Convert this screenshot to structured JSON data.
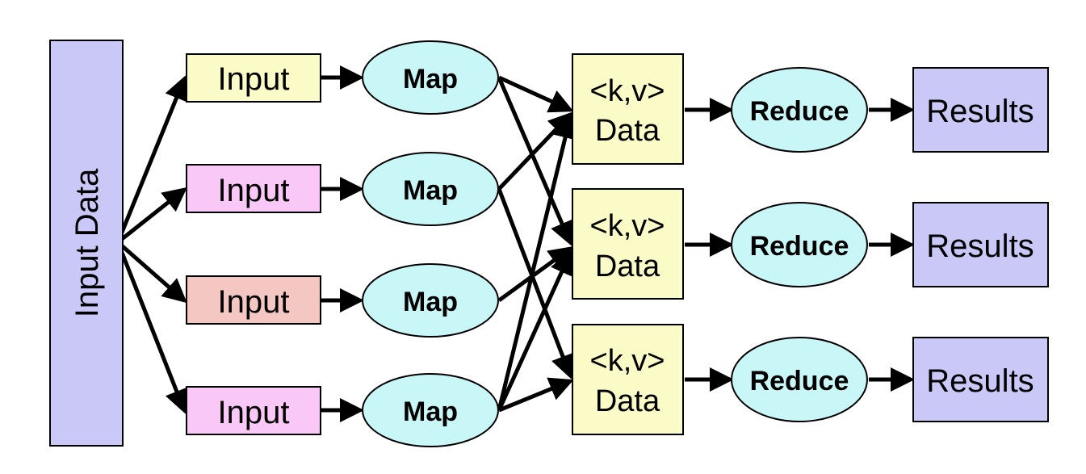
{
  "input_data": {
    "label": "Input Data",
    "color": "#c9c8f7"
  },
  "inputs": [
    {
      "label": "Input",
      "color": "#fbfbc7"
    },
    {
      "label": "Input",
      "color": "#f9c8f7"
    },
    {
      "label": "Input",
      "color": "#f5c7c3"
    },
    {
      "label": "Input",
      "color": "#f9c8f7"
    }
  ],
  "maps": [
    {
      "label": "Map"
    },
    {
      "label": "Map"
    },
    {
      "label": "Map"
    },
    {
      "label": "Map"
    }
  ],
  "map_color": "#c9f7f7",
  "kv_data": [
    {
      "line1": "<k,v>",
      "line2": "Data"
    },
    {
      "line1": "<k,v>",
      "line2": "Data"
    },
    {
      "line1": "<k,v>",
      "line2": "Data"
    }
  ],
  "kv_color": "#fbfbc7",
  "reducers": [
    {
      "label": "Reduce"
    },
    {
      "label": "Reduce"
    },
    {
      "label": "Reduce"
    }
  ],
  "reduce_color": "#c9f7f7",
  "results": [
    {
      "label": "Results"
    },
    {
      "label": "Results"
    },
    {
      "label": "Results"
    }
  ],
  "results_color": "#c9c8f7"
}
